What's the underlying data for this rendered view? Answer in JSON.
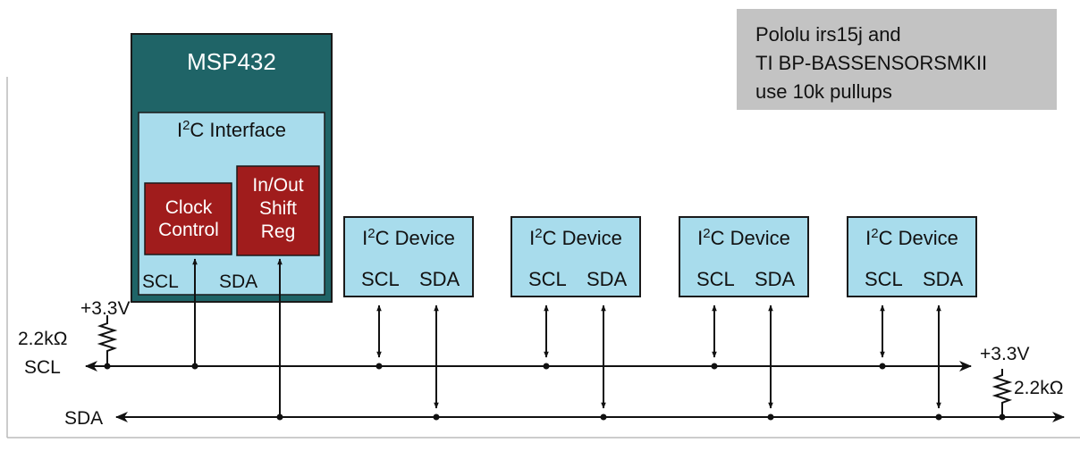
{
  "colors": {
    "mcu_fill": "#1f6467",
    "interface_fill": "#a8dcec",
    "block_fill": "#a01c1c",
    "device_fill": "#a8dcec",
    "note_fill": "#c3c3c3",
    "wire": "#111111",
    "border": "#2a2a2a"
  },
  "note": {
    "line1": "Pololu irs15j and",
    "line2": "TI BP-BASSENSORSMKII",
    "line3": "use 10k pullups"
  },
  "mcu": {
    "title": "MSP432",
    "interface_prefix": "I",
    "interface_sup": "2",
    "interface_suffix": "C Interface",
    "clock_line1": "Clock",
    "clock_line2": "Control",
    "shift_line1": "In/Out",
    "shift_line2": "Shift",
    "shift_line3": "Reg",
    "scl": "SCL",
    "sda": "SDA"
  },
  "devices": [
    {
      "prefix": "I",
      "sup": "2",
      "suffix": "C Device",
      "scl": "SCL",
      "sda": "SDA"
    },
    {
      "prefix": "I",
      "sup": "2",
      "suffix": "C Device",
      "scl": "SCL",
      "sda": "SDA"
    },
    {
      "prefix": "I",
      "sup": "2",
      "suffix": "C Device",
      "scl": "SCL",
      "sda": "SDA"
    },
    {
      "prefix": "I",
      "sup": "2",
      "suffix": "C Device",
      "scl": "SCL",
      "sda": "SDA"
    }
  ],
  "left_pullup": {
    "voltage": "+3.3V",
    "resistance": "2.2kΩ"
  },
  "right_pullup": {
    "voltage": "+3.3V",
    "resistance": "2.2kΩ"
  },
  "bus": {
    "scl": "SCL",
    "sda": "SDA"
  }
}
